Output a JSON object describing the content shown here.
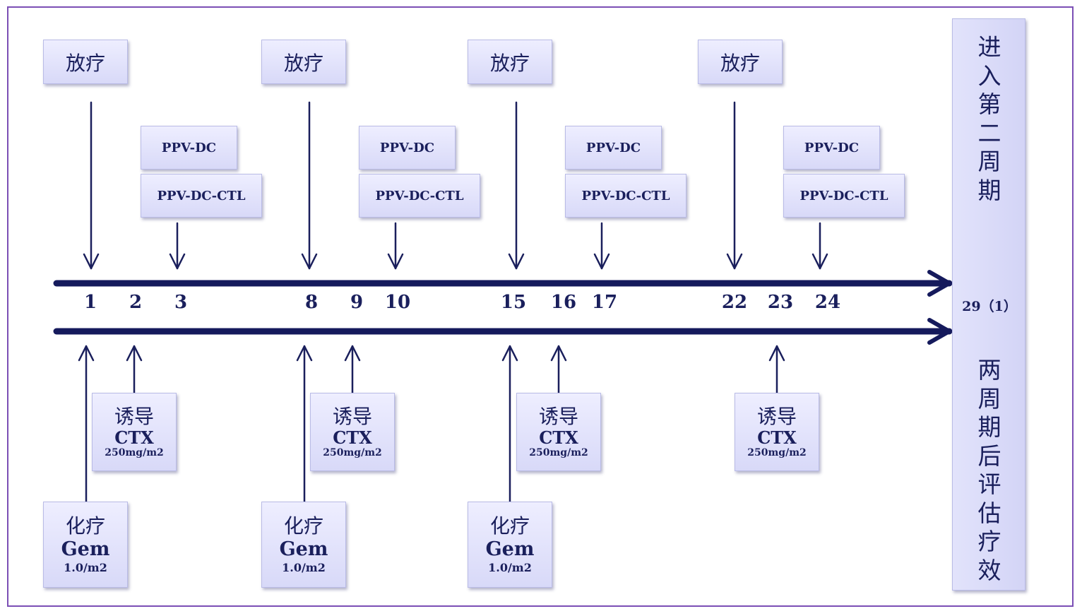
{
  "radiotherapy_label": "放疗",
  "ppv_dc_label": "PPV-DC",
  "ppv_dc_ctl_label": "PPV-DC-CTL",
  "induction": {
    "label": "诱导",
    "drug": "CTX",
    "dose": "250mg/m2"
  },
  "chemo": {
    "label": "化疗",
    "drug": "Gem",
    "dose": "1.0/m2"
  },
  "days": [
    "1",
    "2",
    "3",
    "8",
    "9",
    "10",
    "15",
    "16",
    "17",
    "22",
    "23",
    "24"
  ],
  "end_day_label": "29（1）",
  "right_panel": {
    "top_text": "进入第二周期",
    "bottom_text": "两周期后评估疗效"
  },
  "colors": {
    "box_fill": "#d8d9f8",
    "text_navy": "#1a1f5c",
    "timeline_navy": "#151a5c",
    "frame_purple": "#7b4fb5"
  }
}
